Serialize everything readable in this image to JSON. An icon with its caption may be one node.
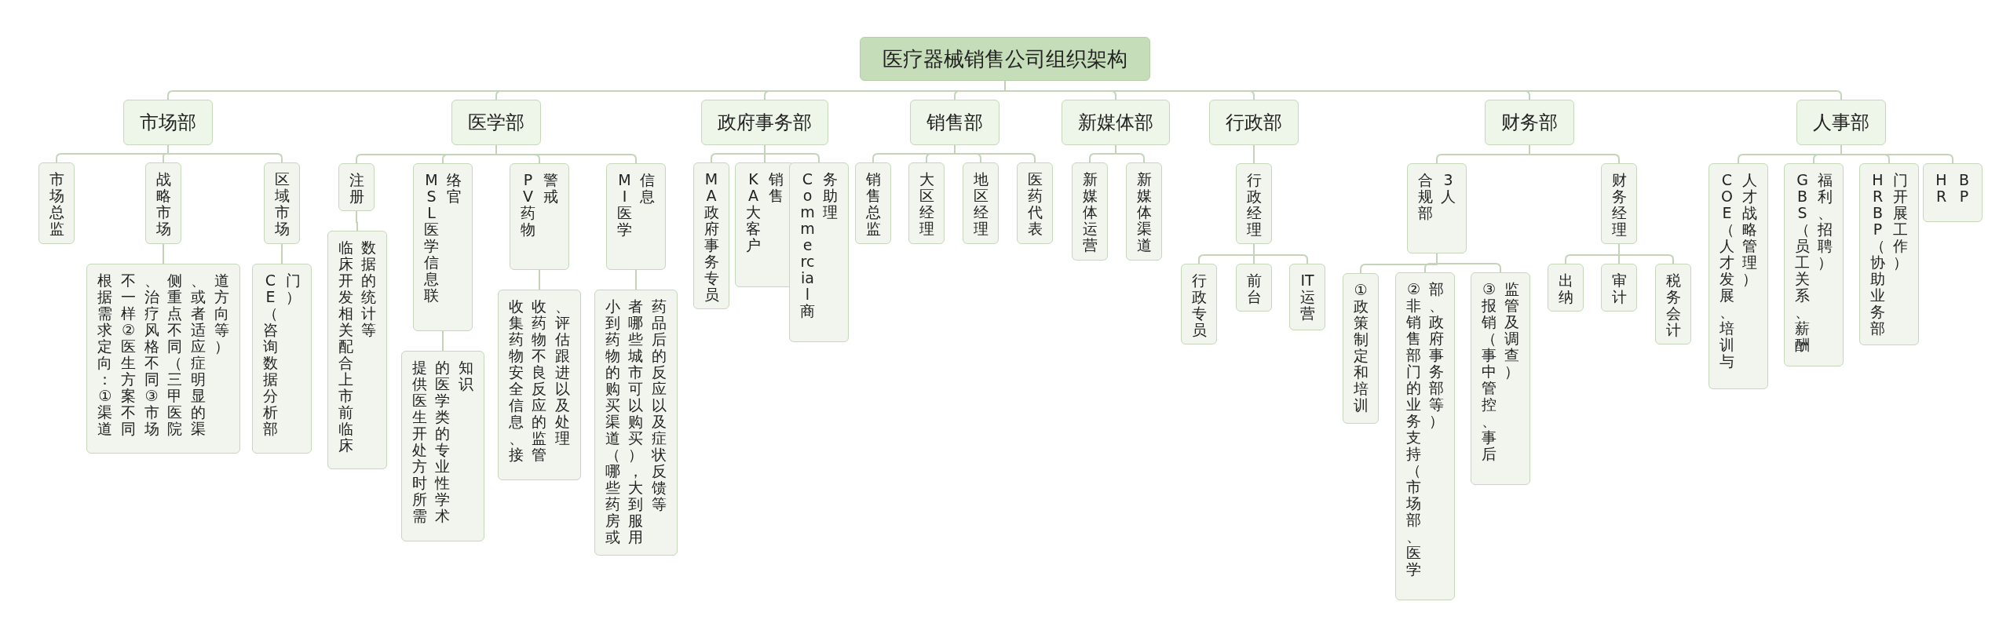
{
  "diagram": {
    "nodes": [
      {
        "text": [
          "医疗器械销售公司组织架构"
        ]
      },
      {
        "text": [
          "市场部"
        ]
      },
      {
        "text": [
          "市场总监"
        ]
      },
      {
        "text": [
          "战略市场"
        ]
      },
      {
        "text": [
          "根据需求定向：① 渠道不一样 ② 医生方案不同、治疗风格不同 ③ 市场侧重点不同（三甲医院、或者适应症明显的渠道方向等）"
        ]
      },
      {
        "text": [
          "区域市场"
        ]
      },
      {
        "text": [
          "CE（咨询数据分析部门）"
        ]
      },
      {
        "text": [
          "医学部"
        ]
      },
      {
        "text": [
          "注册"
        ]
      },
      {
        "text": [
          "临床开发相关配合上市前临床数据的统计等"
        ]
      },
      {
        "text": [
          "MSL 医学信息联络官"
        ]
      },
      {
        "text": [
          "提供医生开处方时所需的医学类的专业性学术知识"
        ]
      },
      {
        "text": [
          "PV 药物警戒"
        ]
      },
      {
        "text": [
          "收集药物安全信息、接收药物不良反应的监管、评估跟进以及处理"
        ]
      },
      {
        "text": [
          "MI 医学信息"
        ]
      },
      {
        "text": [
          "小到药物的购买渠道（哪些药房或者哪些城市可以购买），大到服用药品后的反应以及症状反馈等"
        ]
      },
      {
        "text": [
          "政府事务部"
        ]
      },
      {
        "text": [
          "MA 政府事务专员"
        ]
      },
      {
        "text": [
          "KA 大客户销售"
        ]
      },
      {
        "text": [
          "Commercial 商务助理"
        ]
      },
      {
        "text": [
          "销售部"
        ]
      },
      {
        "text": [
          "销售总监"
        ]
      },
      {
        "text": [
          "大区经理"
        ]
      },
      {
        "text": [
          "地区经理"
        ]
      },
      {
        "text": [
          "医药代表"
        ]
      },
      {
        "text": [
          "新媒体部"
        ]
      },
      {
        "text": [
          "新媒体运营"
        ]
      },
      {
        "text": [
          "新媒体渠道"
        ]
      },
      {
        "text": [
          "行政部"
        ]
      },
      {
        "text": [
          "行政经理"
        ]
      },
      {
        "text": [
          "行政专员"
        ]
      },
      {
        "text": [
          "前台"
        ]
      },
      {
        "text": [
          "IT 运营"
        ]
      },
      {
        "text": [
          "财务部"
        ]
      },
      {
        "text": [
          "合规部3人"
        ]
      },
      {
        "text": [
          "① 政策制定和培训"
        ]
      },
      {
        "text": [
          "② 非销售部门的业务支持（市场部、医学部、政府事务部等）"
        ]
      },
      {
        "text": [
          "③ 报销（事中管控、事后监管及调查）"
        ]
      },
      {
        "text": [
          "财务经理"
        ]
      },
      {
        "text": [
          "出纳"
        ]
      },
      {
        "text": [
          "审计"
        ]
      },
      {
        "text": [
          "税务会计"
        ]
      },
      {
        "text": [
          "人事部"
        ]
      },
      {
        "text": [
          "COE（人才发展、培训与人才战略管理）"
        ]
      },
      {
        "text": [
          "GBS（员工关系、薪酬福利、招聘）"
        ]
      },
      {
        "text": [
          "HRBP（协助业务部门开展工作）"
        ]
      },
      {
        "text": [
          "HRBP"
        ]
      }
    ],
    "edges": [
      {
        "from": 0,
        "to": 1,
        "arrow": "none"
      },
      {
        "from": 1,
        "to": 2,
        "arrow": "none"
      },
      {
        "from": 1,
        "to": 3,
        "arrow": "none"
      },
      {
        "from": 3,
        "to": 4,
        "arrow": "none"
      },
      {
        "from": 1,
        "to": 5,
        "arrow": "none"
      },
      {
        "from": 5,
        "to": 6,
        "arrow": "none"
      },
      {
        "from": 0,
        "to": 7,
        "arrow": "none"
      },
      {
        "from": 7,
        "to": 8,
        "arrow": "none"
      },
      {
        "from": 8,
        "to": 9,
        "arrow": "none"
      },
      {
        "from": 7,
        "to": 10,
        "arrow": "none"
      },
      {
        "from": 10,
        "to": 11,
        "arrow": "none"
      },
      {
        "from": 7,
        "to": 12,
        "arrow": "none"
      },
      {
        "from": 12,
        "to": 13,
        "arrow": "none"
      },
      {
        "from": 7,
        "to": 14,
        "arrow": "none"
      },
      {
        "from": 14,
        "to": 15,
        "arrow": "none"
      },
      {
        "from": 0,
        "to": 16,
        "arrow": "none"
      },
      {
        "from": 16,
        "to": 17,
        "arrow": "none"
      },
      {
        "from": 16,
        "to": 18,
        "arrow": "none"
      },
      {
        "from": 16,
        "to": 19,
        "arrow": "none"
      },
      {
        "from": 0,
        "to": 20,
        "arrow": "none"
      },
      {
        "from": 20,
        "to": 21,
        "arrow": "none"
      },
      {
        "from": 20,
        "to": 22,
        "arrow": "none"
      },
      {
        "from": 20,
        "to": 23,
        "arrow": "none"
      },
      {
        "from": 20,
        "to": 24,
        "arrow": "none"
      },
      {
        "from": 0,
        "to": 25,
        "arrow": "none"
      },
      {
        "from": 25,
        "to": 26,
        "arrow": "none"
      },
      {
        "from": 25,
        "to": 27,
        "arrow": "none"
      },
      {
        "from": 0,
        "to": 28,
        "arrow": "none"
      },
      {
        "from": 28,
        "to": 29,
        "arrow": "none"
      },
      {
        "from": 29,
        "to": 30,
        "arrow": "none"
      },
      {
        "from": 29,
        "to": 31,
        "arrow": "none"
      },
      {
        "from": 29,
        "to": 32,
        "arrow": "none"
      },
      {
        "from": 0,
        "to": 33,
        "arrow": "none"
      },
      {
        "from": 33,
        "to": 34,
        "arrow": "none"
      },
      {
        "from": 34,
        "to": 35,
        "arrow": "none"
      },
      {
        "from": 34,
        "to": 36,
        "arrow": "none"
      },
      {
        "from": 34,
        "to": 37,
        "arrow": "none"
      },
      {
        "from": 33,
        "to": 38,
        "arrow": "none"
      },
      {
        "from": 38,
        "to": 39,
        "arrow": "none"
      },
      {
        "from": 38,
        "to": 40,
        "arrow": "none"
      },
      {
        "from": 38,
        "to": 41,
        "arrow": "none"
      },
      {
        "from": 0,
        "to": 42,
        "arrow": "none"
      },
      {
        "from": 42,
        "to": 43,
        "arrow": "none"
      },
      {
        "from": 42,
        "to": 44,
        "arrow": "none"
      },
      {
        "from": 42,
        "to": 45,
        "arrow": "none"
      },
      {
        "from": 42,
        "to": 46,
        "arrow": "none"
      }
    ]
  }
}
